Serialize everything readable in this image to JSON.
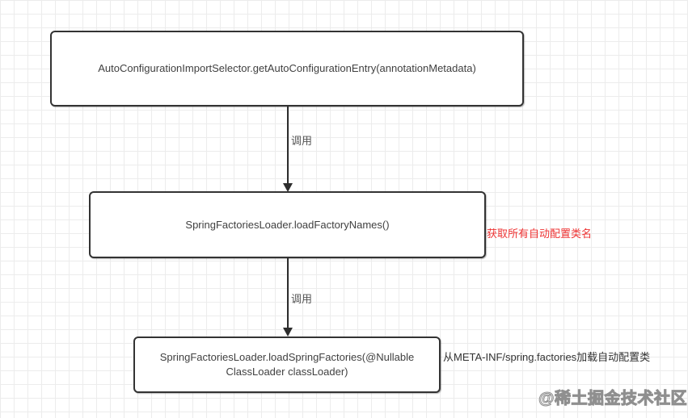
{
  "diagram": {
    "type": "flowchart",
    "nodes": [
      {
        "id": "node-1",
        "label": "AutoConfigurationImportSelector.getAutoConfigurationEntry(annotationMetadata)"
      },
      {
        "id": "node-2",
        "label": "SpringFactoriesLoader.loadFactoryNames()"
      },
      {
        "id": "node-3",
        "label": "SpringFactoriesLoader.loadSpringFactories(@Nullable ClassLoader classLoader)"
      }
    ],
    "edges": [
      {
        "from": "node-1",
        "to": "node-2",
        "label": "调用"
      },
      {
        "from": "node-2",
        "to": "node-3",
        "label": "调用"
      }
    ],
    "annotations": [
      {
        "attached_to": "node-2",
        "text": "获取所有自动配置类名",
        "color": "#ee3333"
      },
      {
        "attached_to": "node-3",
        "text": "从META-INF/spring.factories加载自动配置类",
        "color": "#333333"
      }
    ]
  },
  "watermark": {
    "text": "@稀土掘金技术社区"
  },
  "colors": {
    "node_border": "#333333",
    "node_text": "#404040",
    "edge": "#2e2e2e",
    "grid_line": "#ececec",
    "annotation_red": "#ee3333",
    "watermark_gray": "#8f8f8f"
  }
}
